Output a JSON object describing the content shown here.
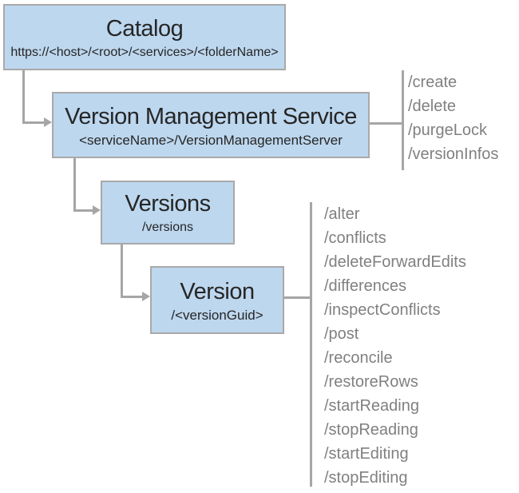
{
  "nodes": {
    "catalog": {
      "title": "Catalog",
      "subtitle": "https://<host>/<root>/<services>/<folderName>"
    },
    "vms": {
      "title": "Version Management Service",
      "subtitle": "<serviceName>/VersionManagementServer",
      "operations": [
        "/create",
        "/delete",
        "/purgeLock",
        "/versionInfos"
      ]
    },
    "versions": {
      "title": "Versions",
      "subtitle": "/versions"
    },
    "version": {
      "title": "Version",
      "subtitle": "/<versionGuid>",
      "operations": [
        "/alter",
        "/conflicts",
        "/deleteForwardEdits",
        "/differences",
        "/inspectConflicts",
        "/post",
        "/reconcile",
        "/restoreRows",
        "/startReading",
        "/stopReading",
        "/startEditing",
        "/stopEditing"
      ]
    }
  },
  "colors": {
    "node_fill": "#BDD7EE",
    "node_border": "#A9A9A9",
    "connector": "#A6A6A6",
    "title_text": "#262626",
    "operation_text": "#808080",
    "background": "#FFFFFF"
  }
}
